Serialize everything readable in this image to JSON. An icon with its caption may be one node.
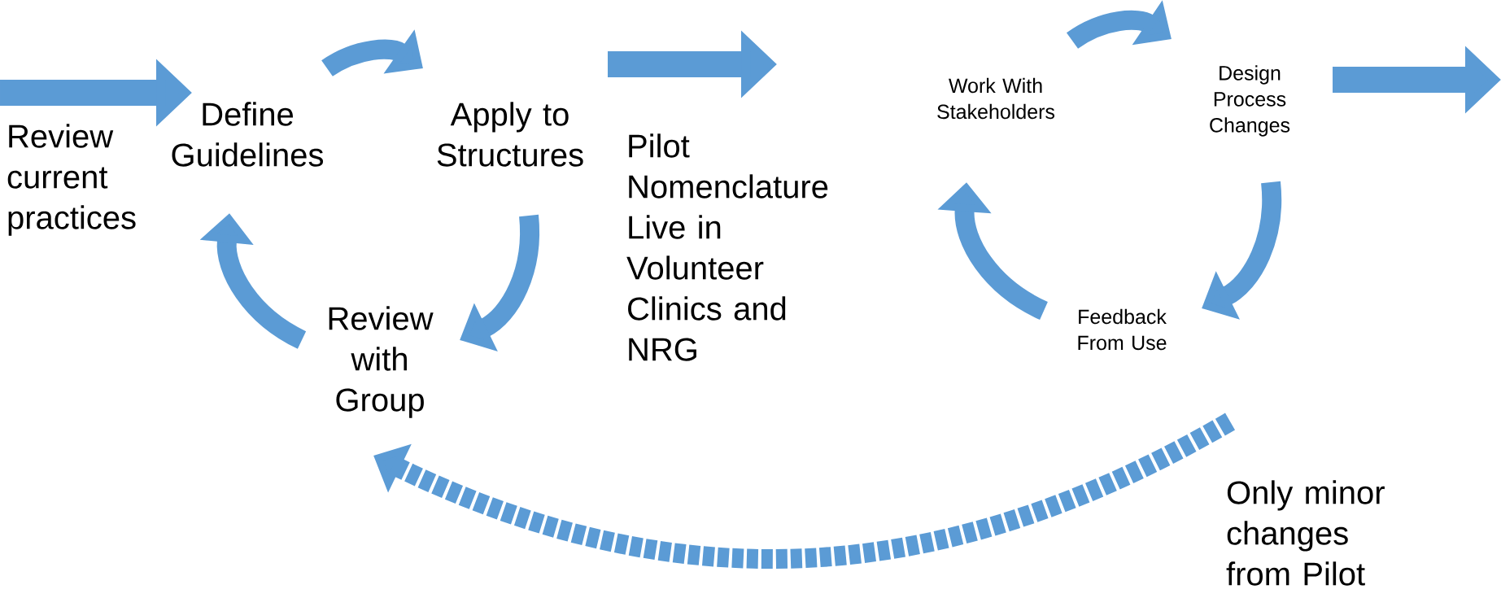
{
  "diagram": {
    "nodes": [
      {
        "text": [
          "Review current practices"
        ]
      },
      {
        "text": [
          "Define Guidelines"
        ]
      },
      {
        "text": [
          "Apply to Structures"
        ]
      },
      {
        "text": [
          "Review with Group"
        ]
      },
      {
        "text": [
          "Pilot Nomenclature Live in Volunteer Clinics and NRG"
        ]
      },
      {
        "text": [
          "Work With Stakeholders"
        ]
      },
      {
        "text": [
          "Design Process Changes"
        ]
      },
      {
        "text": [
          "Feedback From Use"
        ]
      }
    ],
    "edges": [
      {
        "from": 0,
        "to": 1,
        "arrow": "to"
      },
      {
        "from": 1,
        "to": 2,
        "arrow": "to"
      },
      {
        "from": 2,
        "to": 3,
        "arrow": "to"
      },
      {
        "from": 3,
        "to": 1,
        "arrow": "to"
      },
      {
        "from": 2,
        "to": 4,
        "arrow": "to"
      },
      {
        "from": 5,
        "to": 6,
        "arrow": "to"
      },
      {
        "from": 6,
        "to": 7,
        "arrow": "to"
      },
      {
        "from": 7,
        "to": 5,
        "arrow": "to"
      },
      {
        "from": 6,
        "to": null,
        "arrow": "to"
      },
      {
        "from": 7,
        "to": 3,
        "arrow": "to",
        "style": "dashed",
        "label": "Only minor changes from Pilot"
      }
    ]
  }
}
